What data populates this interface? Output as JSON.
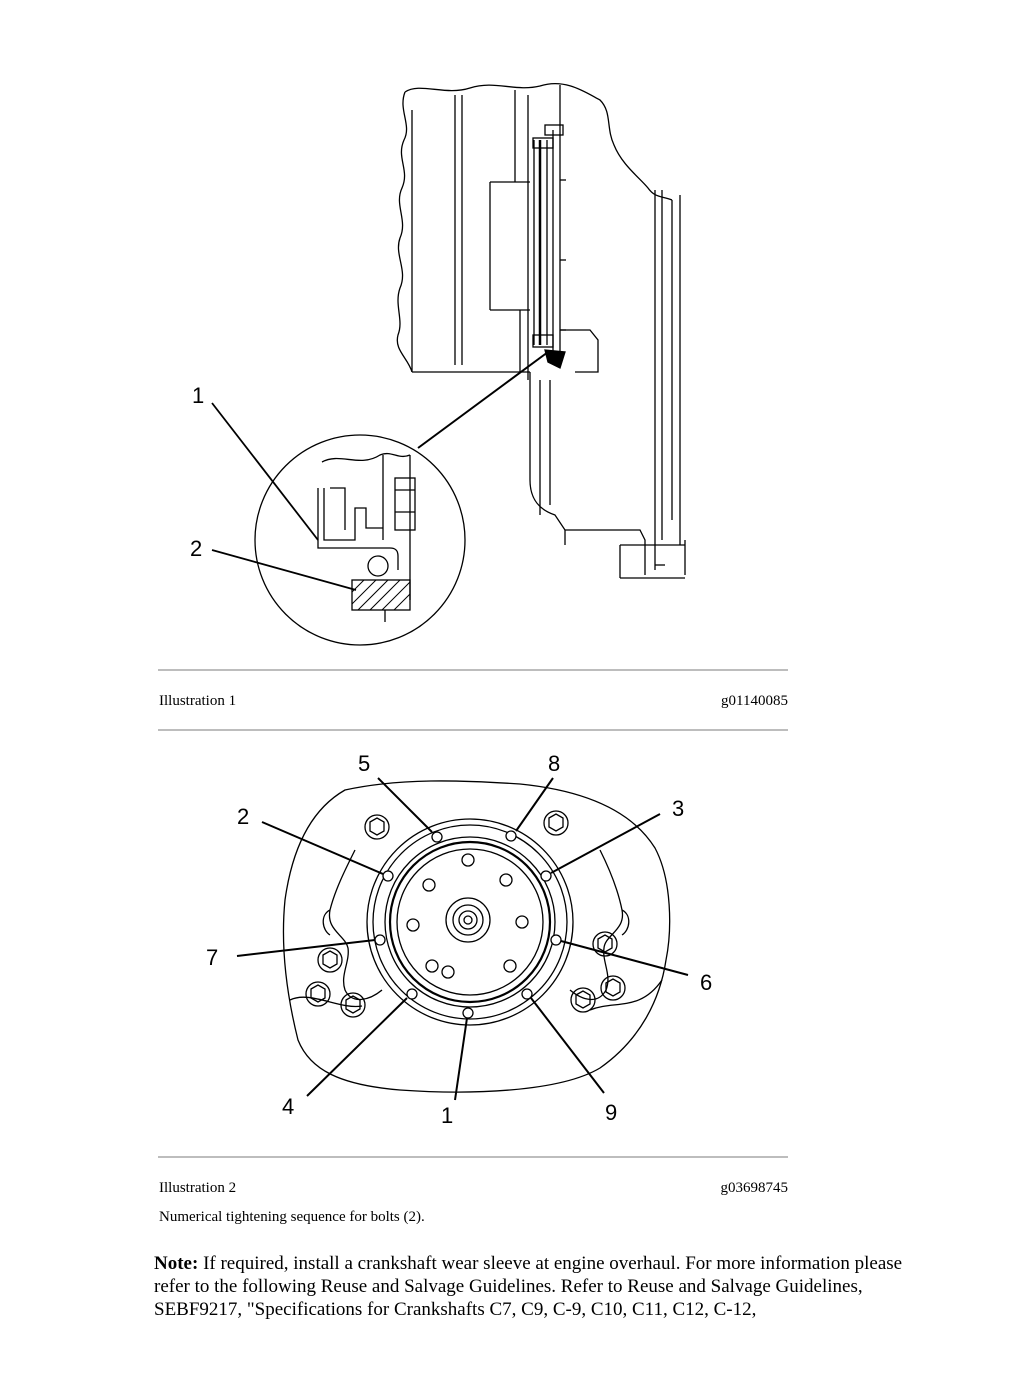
{
  "illustration1": {
    "caption": "Illustration 1",
    "code": "g01140085",
    "callouts": [
      "1",
      "2"
    ]
  },
  "illustration2": {
    "caption": "Illustration 2",
    "code": "g03698745",
    "description": "Numerical tightening sequence for bolts (2).",
    "callouts": [
      "1",
      "2",
      "3",
      "4",
      "5",
      "6",
      "7",
      "8",
      "9"
    ]
  },
  "note": {
    "label": "Note:",
    "text": " If required, install a crankshaft wear sleeve at engine overhaul. For more information please refer to the following Reuse and Salvage Guidelines. Refer to Reuse and Salvage Guidelines, SEBF9217, \"Specifications for Crankshafts C7, C9, C-9, C10, C11, C12, C-12,"
  }
}
